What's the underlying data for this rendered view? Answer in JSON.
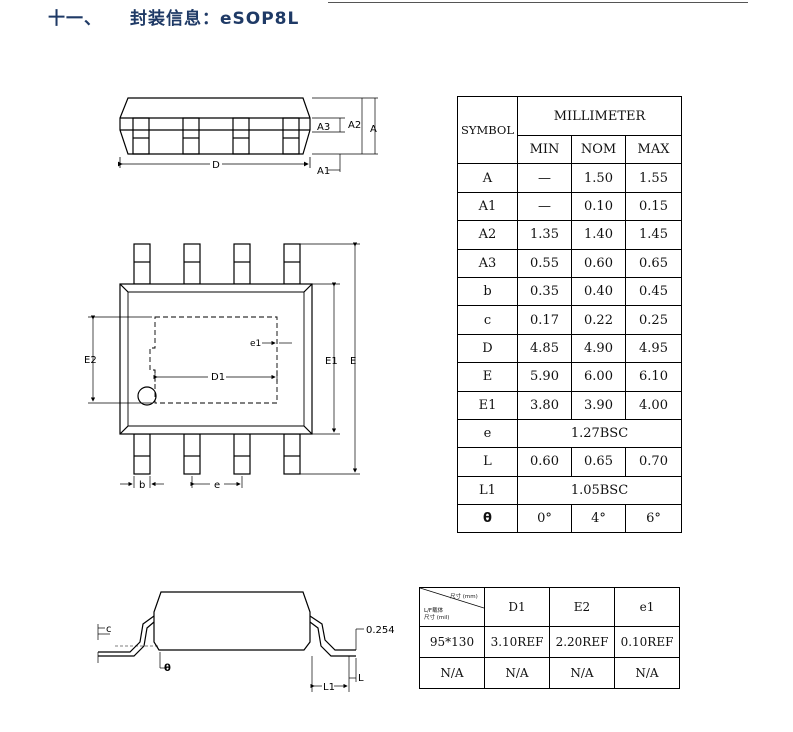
{
  "heading": {
    "number": "十一、",
    "title": "封装信息：eSOP8L"
  },
  "drawing_labels": {
    "side": {
      "A3": "A3",
      "A2": "A2",
      "A": "A",
      "D": "D",
      "A1": "A1"
    },
    "top": {
      "e1": "e1",
      "D1": "D1",
      "E2": "E2",
      "E1": "E1",
      "E": "E",
      "b": "b",
      "e": "e"
    },
    "lead": {
      "c": "c",
      "theta": "θ",
      "gauge": "0.254",
      "L1": "L1",
      "L": "L"
    }
  },
  "dim_table": {
    "symbol_header": "SYMBOL",
    "unit_header": "MILLIMETER",
    "cols": [
      "MIN",
      "NOM",
      "MAX"
    ],
    "rows": [
      {
        "sym": "A",
        "min": "—",
        "nom": "1.50",
        "max": "1.55"
      },
      {
        "sym": "A1",
        "min": "—",
        "nom": "0.10",
        "max": "0.15"
      },
      {
        "sym": "A2",
        "min": "1.35",
        "nom": "1.40",
        "max": "1.45"
      },
      {
        "sym": "A3",
        "min": "0.55",
        "nom": "0.60",
        "max": "0.65"
      },
      {
        "sym": "b",
        "min": "0.35",
        "nom": "0.40",
        "max": "0.45"
      },
      {
        "sym": "c",
        "min": "0.17",
        "nom": "0.22",
        "max": "0.25"
      },
      {
        "sym": "D",
        "min": "4.85",
        "nom": "4.90",
        "max": "4.95"
      },
      {
        "sym": "E",
        "min": "5.90",
        "nom": "6.00",
        "max": "6.10"
      },
      {
        "sym": "E1",
        "min": "3.80",
        "nom": "3.90",
        "max": "4.00"
      },
      {
        "sym": "e",
        "span": "1.27BSC"
      },
      {
        "sym": "L",
        "min": "0.60",
        "nom": "0.65",
        "max": "0.70"
      },
      {
        "sym": "L1",
        "span": "1.05BSC"
      },
      {
        "sym": "θ",
        "min": "0°",
        "nom": "4°",
        "max": "6°"
      }
    ]
  },
  "pad_table": {
    "corner_top": "尺寸 (mm)",
    "corner_mid": "L/F载体",
    "corner_bot": "尺寸 (mil)",
    "cols": [
      "D1",
      "E2",
      "e1"
    ],
    "rows": [
      [
        "95*130",
        "3.10REF",
        "2.20REF",
        "0.10REF"
      ],
      [
        "N/A",
        "N/A",
        "N/A",
        "N/A"
      ]
    ]
  }
}
